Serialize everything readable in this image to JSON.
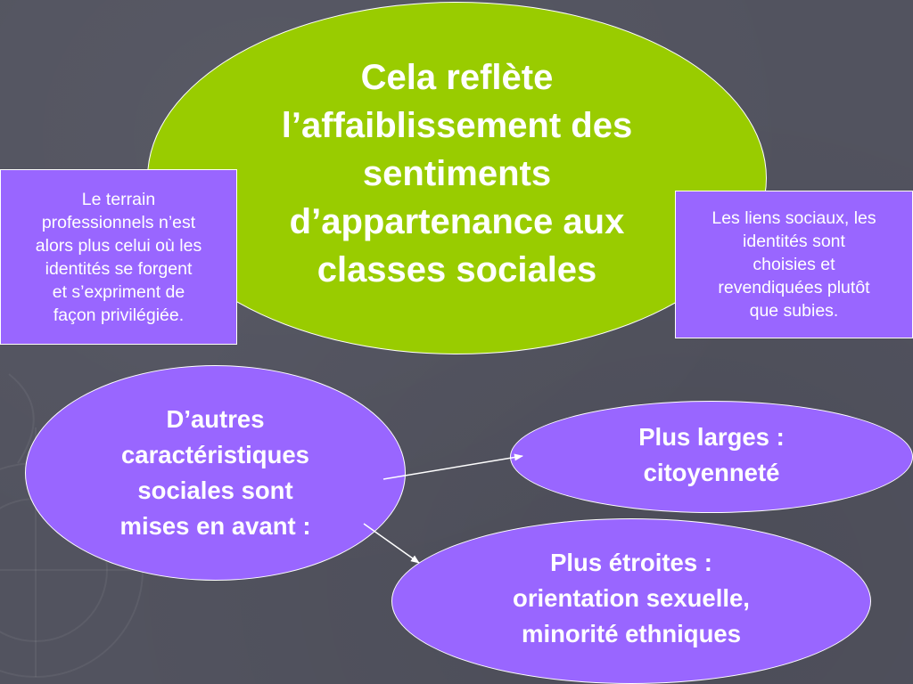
{
  "slide": {
    "background_color": "#52535f",
    "hidden_title": "",
    "main_bubble": {
      "lines": [
        "Cela reflète",
        "l’affaiblissement des",
        "sentiments",
        "d’appartenance aux",
        "classes sociales"
      ],
      "color": "#99cc00"
    },
    "left_box": {
      "lines": [
        "Le terrain",
        "professionnels n’est",
        "alors plus celui où les",
        "identités se forgent",
        "et s’expriment de",
        "façon privilégiée."
      ],
      "color": "#9966ff"
    },
    "right_box": {
      "lines": [
        "Les liens sociaux, les",
        "identités sont",
        "choisies et",
        "revendiquées plutôt",
        "que subies."
      ],
      "color": "#9966ff"
    },
    "autres_bubble": {
      "lines": [
        "D’autres",
        "caractéristiques",
        "sociales sont",
        "mises en avant :"
      ]
    },
    "larges_bubble": {
      "lines": [
        "Plus larges :",
        "citoyenneté"
      ]
    },
    "etroites_bubble": {
      "lines": [
        "Plus étroites :",
        "orientation sexuelle,",
        "minorité ethniques"
      ]
    },
    "arrow_icon": "arrow-icon"
  }
}
